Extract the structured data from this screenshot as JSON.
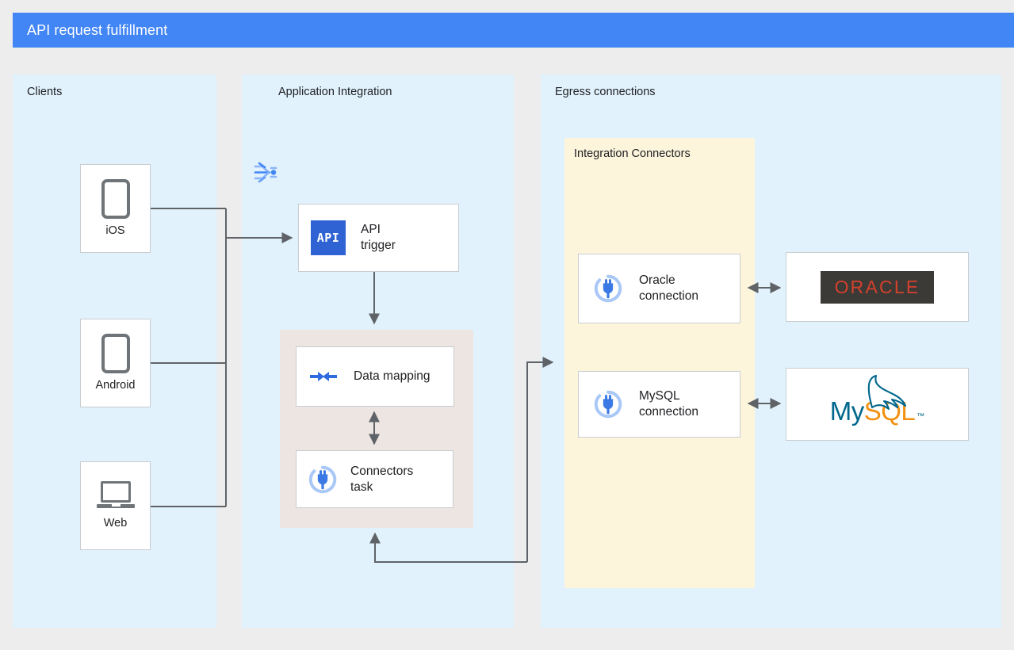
{
  "header": {
    "title": "API request fulfillment",
    "bar_color": "#4285f4"
  },
  "colors": {
    "page_background": "#ededed",
    "panel_blue": "#e1f2fd",
    "panel_yellow": "#fdf4dc",
    "group_beige": "#ece5e1",
    "node_border": "#c8cdd1",
    "connector_line": "#5f6368",
    "accent_blue": "#3367d6",
    "icon_gray": "#6e7478",
    "oracle_red": "#d4412c",
    "oracle_dark": "#3b3a36",
    "mysql_teal": "#00678c",
    "mysql_orange": "#f29111"
  },
  "panels": {
    "clients": {
      "label": "Clients"
    },
    "application_integration": {
      "label": "Application Integration",
      "icon": "application-integration-icon"
    },
    "egress": {
      "label": "Egress connections"
    },
    "integration_connectors": {
      "label": "Integration Connectors"
    }
  },
  "clients": [
    {
      "label": "iOS",
      "icon": "phone-icon"
    },
    {
      "label": "Android",
      "icon": "phone-icon"
    },
    {
      "label": "Web",
      "icon": "laptop-icon"
    }
  ],
  "integration_nodes": {
    "api_trigger": {
      "label": "API\ntrigger",
      "icon": "api-icon",
      "icon_text": "API"
    },
    "data_mapping": {
      "label": "Data mapping",
      "icon": "data-mapping-icon"
    },
    "connectors_task": {
      "label": "Connectors\ntask",
      "icon": "plug-connector-icon"
    }
  },
  "connections": [
    {
      "label": "Oracle\nconnection",
      "icon": "plug-connector-icon"
    },
    {
      "label": "MySQL\nconnection",
      "icon": "plug-connector-icon"
    }
  ],
  "databases": [
    {
      "name": "Oracle",
      "logo": "oracle-logo",
      "wordmark": "ORACLE"
    },
    {
      "name": "MySQL",
      "logo": "mysql-logo",
      "wordmark_primary": "My",
      "wordmark_secondary": "SQL",
      "trademark": "™"
    }
  ],
  "flow_arrows": [
    {
      "from": "clients",
      "to": "api-trigger",
      "style": "single"
    },
    {
      "from": "api-trigger",
      "to": "data-mapping",
      "style": "single"
    },
    {
      "from": "data-mapping",
      "to": "connectors-task",
      "style": "double"
    },
    {
      "from": "connectors-task",
      "to": "integration-connectors",
      "style": "single"
    },
    {
      "from": "integration-connectors",
      "to": "connectors-task",
      "style": "single"
    },
    {
      "from": "oracle-connection",
      "to": "oracle-database",
      "style": "double"
    },
    {
      "from": "mysql-connection",
      "to": "mysql-database",
      "style": "double"
    }
  ]
}
